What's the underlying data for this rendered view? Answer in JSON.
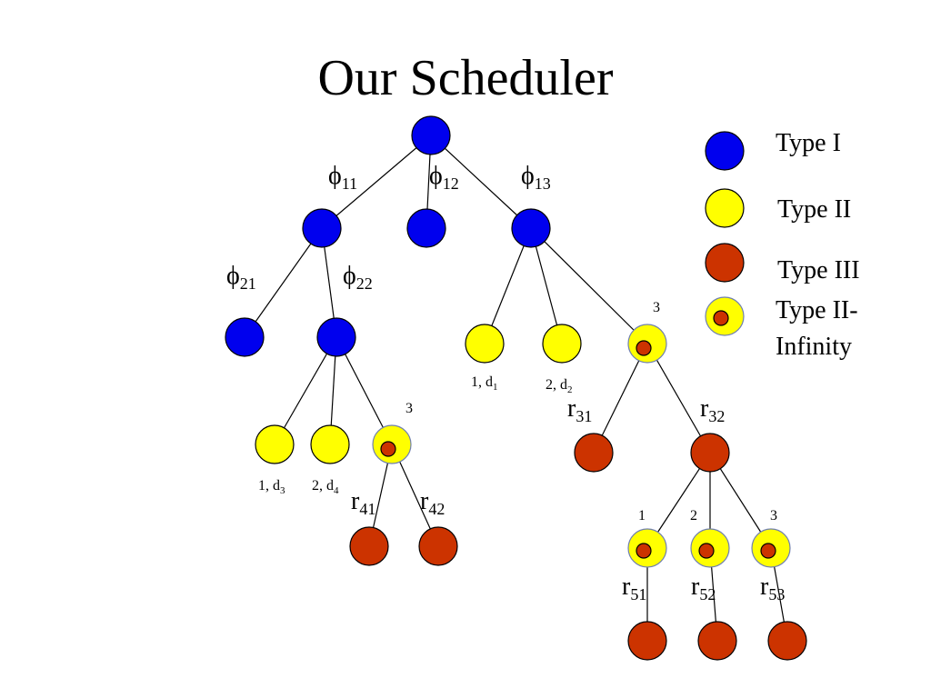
{
  "title": "Our Scheduler",
  "colors": {
    "type1": "#0000ee",
    "type2": "#ffff00",
    "type3": "#cc3300",
    "stroke": "#000000",
    "inf_ring": "#6f7fb0"
  },
  "legend": {
    "type1": "Type I",
    "type2": "Type II",
    "type3": "Type III",
    "type2inf_line1": "Type II-",
    "type2inf_line2": "Infinity"
  },
  "edge_labels": {
    "phi11": {
      "base": "ϕ",
      "sub": "11"
    },
    "phi12": {
      "base": "ϕ",
      "sub": "12"
    },
    "phi13": {
      "base": "ϕ",
      "sub": "13"
    },
    "phi21": {
      "base": "ϕ",
      "sub": "21"
    },
    "phi22": {
      "base": "ϕ",
      "sub": "22"
    },
    "r31": {
      "base": "r",
      "sub": "31"
    },
    "r32": {
      "base": "r",
      "sub": "32"
    },
    "r41": {
      "base": "r",
      "sub": "41"
    },
    "r42": {
      "base": "r",
      "sub": "42"
    },
    "r51": {
      "base": "r",
      "sub": "51"
    },
    "r52": {
      "base": "r",
      "sub": "52"
    },
    "r53": {
      "base": "r",
      "sub": "53"
    }
  },
  "node_labels": {
    "d1": {
      "base": "1, d",
      "sub": "1"
    },
    "d2": {
      "base": "2, d",
      "sub": "2"
    },
    "d3": {
      "base": "1, d",
      "sub": "3"
    },
    "d4": {
      "base": "2, d",
      "sub": "4"
    },
    "count_right": "3",
    "count_left": "3",
    "order1": "1",
    "order2": "2",
    "order3": "3"
  }
}
